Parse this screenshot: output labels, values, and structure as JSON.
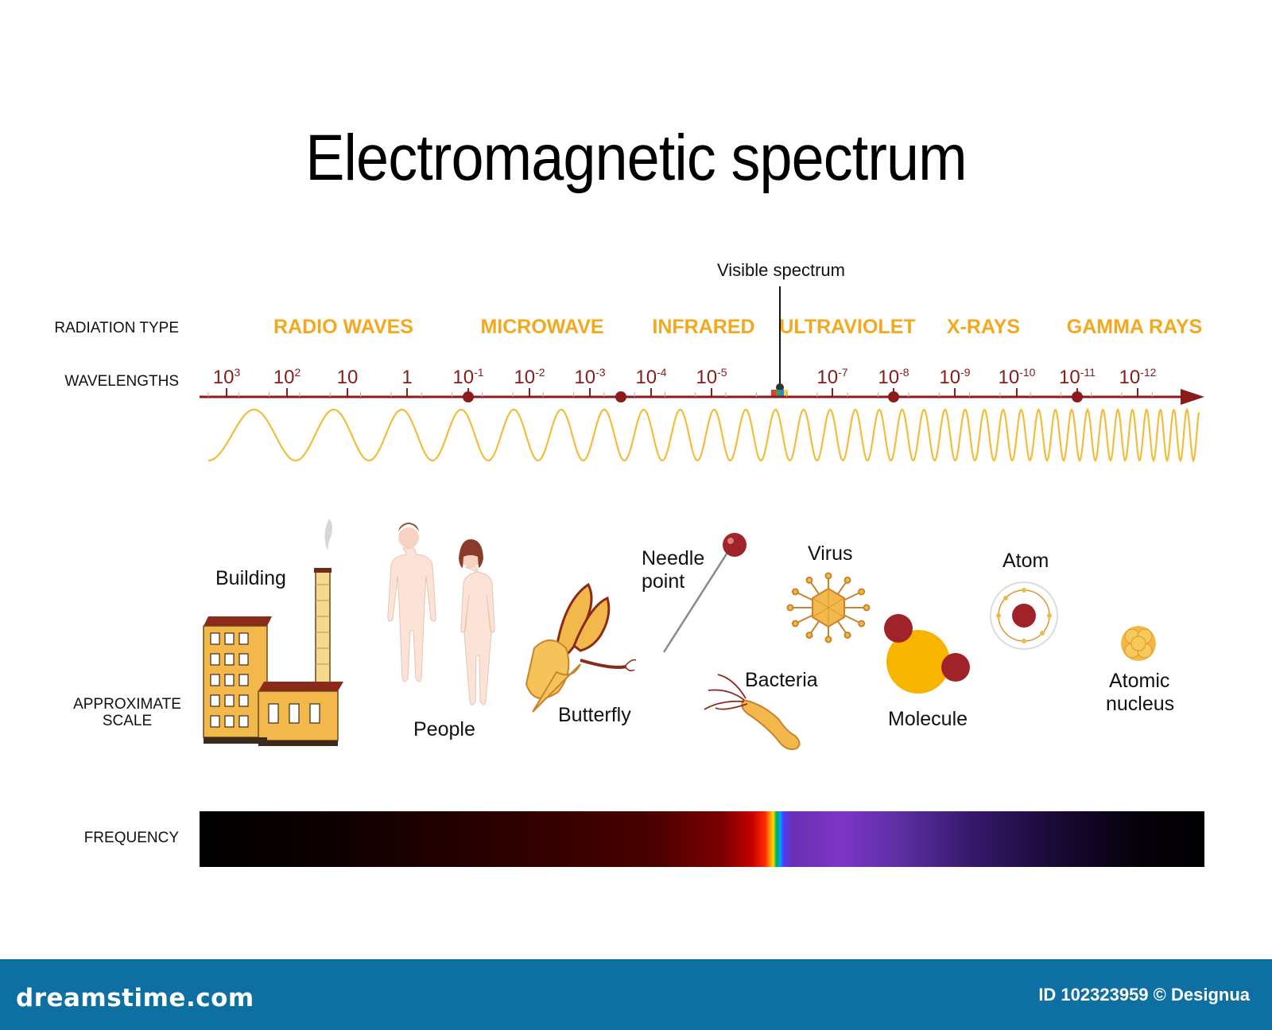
{
  "title": "Electromagnetic spectrum",
  "row_labels": {
    "radiation_type": "RADIATION TYPE",
    "wavelengths": "WAVELENGTHS",
    "approximate_scale": "APPROXIMATE SCALE",
    "frequency": "FREQUENCY"
  },
  "visible_spectrum_label": "Visible spectrum",
  "radiation_types": [
    "RADIO WAVES",
    "MICROWAVE",
    "INFRARED",
    "ULTRAVIOLET",
    "X-RAYS",
    "GAMMA RAYS"
  ],
  "wavelengths": [
    {
      "base": "10",
      "exp": "3"
    },
    {
      "base": "10",
      "exp": "2"
    },
    {
      "base": "10",
      "exp": ""
    },
    {
      "base": "1",
      "exp": ""
    },
    {
      "base": "10",
      "exp": "-1"
    },
    {
      "base": "10",
      "exp": "-2"
    },
    {
      "base": "10",
      "exp": "-3"
    },
    {
      "base": "10",
      "exp": "-4"
    },
    {
      "base": "10",
      "exp": "-5"
    },
    {
      "base": "10",
      "exp": "-7"
    },
    {
      "base": "10",
      "exp": "-8"
    },
    {
      "base": "10",
      "exp": "-9"
    },
    {
      "base": "10",
      "exp": "-10"
    },
    {
      "base": "10",
      "exp": "-11"
    },
    {
      "base": "10",
      "exp": "-12"
    }
  ],
  "scale_objects": {
    "building": "Building",
    "people": "People",
    "butterfly": "Butterfly",
    "needle_point_line1": "Needle",
    "needle_point_line2": "point",
    "bacteria": "Bacteria",
    "virus": "Virus",
    "molecule": "Molecule",
    "atom": "Atom",
    "atomic_nucleus_line1": "Atomic",
    "atomic_nucleus_line2": "nucleus"
  },
  "footer": {
    "brand": "dreamstime.com",
    "id_text": "ID 102323959 © Designua"
  },
  "colors": {
    "radiation_type": "#f4a81d",
    "axis": "#8b1a1a",
    "wave": "#f2bd3c",
    "footer_bg": "#0e6fa3"
  }
}
